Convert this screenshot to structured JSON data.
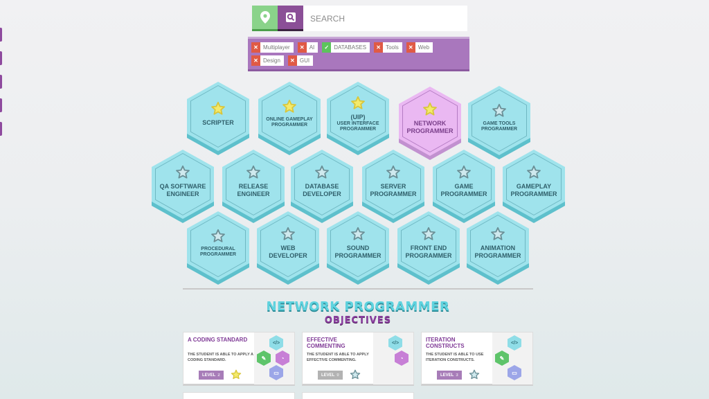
{
  "search": {
    "placeholder": "SEARCH"
  },
  "filters": [
    {
      "label": "Multiplayer",
      "state": "off"
    },
    {
      "label": "AI",
      "state": "off"
    },
    {
      "label": "DATABASES",
      "state": "on"
    },
    {
      "label": "Tools",
      "state": "off"
    },
    {
      "label": "Web",
      "state": "off"
    },
    {
      "label": "Design",
      "state": "off"
    },
    {
      "label": "GUI",
      "state": "off"
    }
  ],
  "roles": [
    {
      "id": "scripter",
      "label": "SCRIPTER",
      "star": "gold"
    },
    {
      "id": "online-gameplay-programmer",
      "label": "ONLINE GAMEPLAY PROGRAMMER",
      "star": "gold"
    },
    {
      "id": "uip",
      "label": "(UIP)",
      "sublabel": "USER INTERFACE PROGRAMMER",
      "star": "gold"
    },
    {
      "id": "network-programmer",
      "label": "NETWORK PROGRAMMER",
      "star": "gold",
      "selected": true
    },
    {
      "id": "game-tools-programmer",
      "label": "GAME TOOLS PROGRAMMER",
      "star": "grey"
    },
    {
      "id": "qa-software-engineer",
      "label": "QA SOFTWARE ENGINEER",
      "star": "grey"
    },
    {
      "id": "release-engineer",
      "label": "RELEASE ENGINEER",
      "star": "grey"
    },
    {
      "id": "database-developer",
      "label": "DATABASE DEVELOPER",
      "star": "grey"
    },
    {
      "id": "server-programmer",
      "label": "SERVER PROGRAMMER",
      "star": "grey"
    },
    {
      "id": "game-programmer",
      "label": "GAME PROGRAMMER",
      "star": "grey"
    },
    {
      "id": "gameplay-programmer",
      "label": "GAMEPLAY PROGRAMMER",
      "star": "grey"
    },
    {
      "id": "procedural-programmer",
      "label": "PROCEDURAL PROGRAMMER",
      "star": "grey"
    },
    {
      "id": "web-developer",
      "label": "WEB DEVELOPER",
      "star": "grey"
    },
    {
      "id": "sound-programmer",
      "label": "SOUND PROGRAMMER",
      "star": "grey"
    },
    {
      "id": "front-end-programmer",
      "label": "FRONT END PROGRAMMER",
      "star": "grey"
    },
    {
      "id": "animation-programmer",
      "label": "ANIMATION PROGRAMMER",
      "star": "grey"
    }
  ],
  "detail": {
    "title": "NETWORK PROGRAMMER",
    "subtitle": "OBJECTIVES"
  },
  "objectives": [
    {
      "title": "A CODING STANDARD",
      "desc": "THE STUDENT IS ABLE TO APPLY A CODING STANDARD.",
      "level_label": "LEVEL",
      "level": "2",
      "badge": "purple",
      "star": "gold",
      "icons": [
        "code",
        "pen",
        "chart",
        "screen"
      ]
    },
    {
      "title": "EFFECTIVE COMMENTING",
      "desc": "THE STUDENT IS ABLE TO APPLY EFFECTIVE COMMENTING.",
      "level_label": "LEVEL",
      "level": "0",
      "badge": "grey",
      "star": "grey",
      "icons": [
        "code",
        "chart"
      ]
    },
    {
      "title": "ITERATION CONSTRUCTS",
      "desc": "THE STUDENT IS ABLE TO USE ITERATION CONSTRUCTS.",
      "level_label": "LEVEL",
      "level": "3",
      "badge": "purple",
      "star": "grey",
      "icons": [
        "code",
        "pen",
        "screen"
      ]
    }
  ],
  "colors": {
    "hex_face": "#9fe3ec",
    "hex_selected": "#eab8f2",
    "accent_purple": "#8b4f97",
    "accent_green": "#8ad38a",
    "title_cyan": "#5fd3df"
  }
}
